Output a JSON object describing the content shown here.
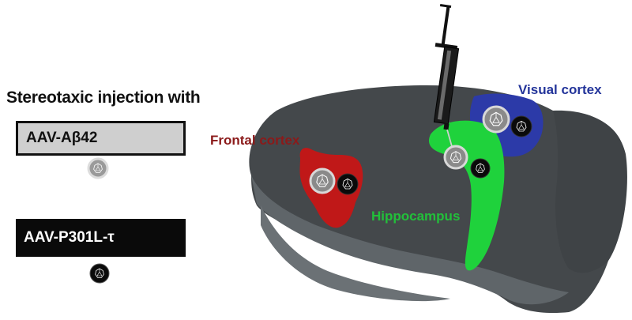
{
  "heading": "Stereotaxic injection with",
  "vectors": [
    {
      "label": "AAV-Aβ42",
      "marker": "grey-neuron-icon"
    },
    {
      "label": "AAV-P301L-τ",
      "marker": "black-neuron-icon"
    }
  ],
  "regions": {
    "frontal": {
      "label": "Frontal cortex",
      "color": "#8b1a1a"
    },
    "visual": {
      "label": "Visual cortex",
      "color": "#23349a"
    },
    "hippocampus": {
      "label": "Hippocampus",
      "color": "#22c03a"
    }
  },
  "colors": {
    "brain_dark": "#464a4d",
    "brain_light": "#6b7175",
    "region_frontal_fill": "#c01818",
    "region_visual_fill": "#2c3aa8",
    "region_hippo_fill": "#1fd23c"
  }
}
